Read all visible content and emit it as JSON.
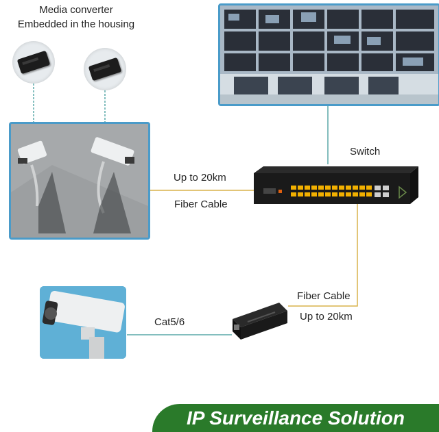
{
  "converter_note": {
    "line1": "Media converter",
    "line2": "Embedded in the housing"
  },
  "labels": {
    "switch": "Switch",
    "upper_distance": "Up to 20km",
    "upper_cable": "Fiber Cable",
    "lower_cable": "Fiber Cable",
    "lower_distance": "Up to 20km",
    "copper_cable": "Cat5/6"
  },
  "banner": {
    "title": "IP Surveillance Solution"
  },
  "colors": {
    "panel_border": "#4a9bc9",
    "line": "#d9b24a",
    "teal_line": "#5aa8a8",
    "banner": "#2a7a2a"
  }
}
